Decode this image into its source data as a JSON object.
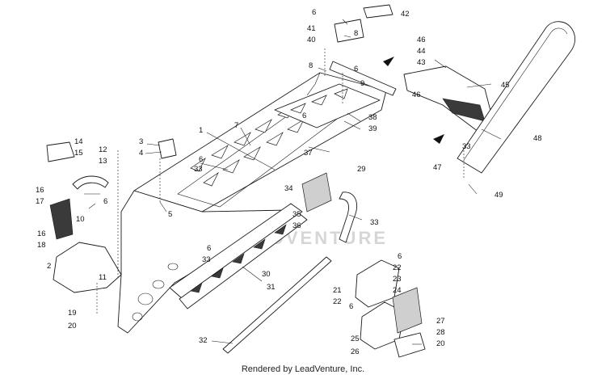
{
  "diagram": {
    "watermark": "LEADVENTURE",
    "footer": "Rendered by LeadVenture, Inc.",
    "callouts": [
      "1",
      "2",
      "3",
      "4",
      "5",
      "6",
      "7",
      "8",
      "9",
      "10",
      "11",
      "12",
      "13",
      "14",
      "15",
      "16",
      "17",
      "18",
      "19",
      "20",
      "21",
      "22",
      "23",
      "24",
      "25",
      "26",
      "27",
      "28",
      "29",
      "30",
      "31",
      "32",
      "33",
      "34",
      "35",
      "36",
      "37",
      "38",
      "39",
      "40",
      "41",
      "42",
      "43",
      "44",
      "45",
      "46",
      "47",
      "48",
      "49"
    ]
  }
}
